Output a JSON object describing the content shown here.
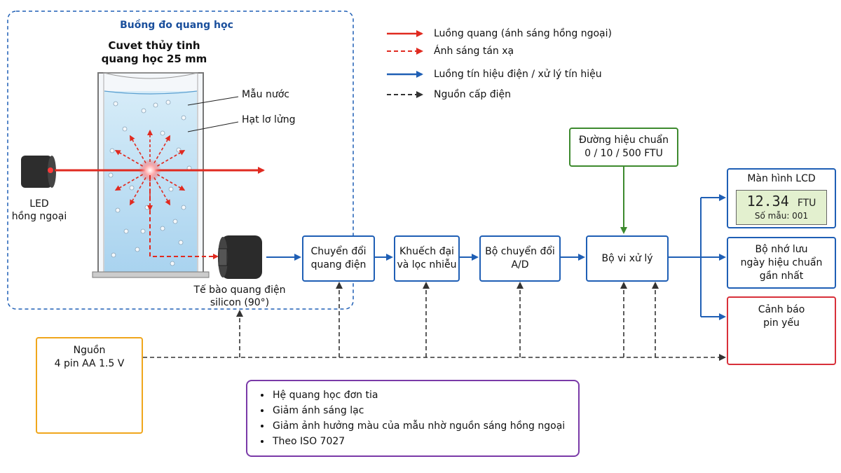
{
  "optical_chamber": {
    "title": "Buồng đo quang học",
    "cuvette_title": [
      "Cuvet thủy tinh",
      "quang học 25 mm"
    ],
    "water_label": "Mẫu nước",
    "particles_label": "Hạt lơ lửng",
    "led_label": [
      "LED",
      "hồng ngoại"
    ],
    "photocell_label": [
      "Tế bào quang điện",
      "silicon (90°)"
    ]
  },
  "legend": [
    {
      "text": "Luồng quang (ánh sáng hồng ngoại)",
      "color": "#e02a20",
      "style": "solid"
    },
    {
      "text": "Ánh sáng tán xạ",
      "color": "#e02a20",
      "style": "dashed"
    },
    {
      "text": "Luồng tín hiệu điện / xử lý tín hiệu",
      "color": "#1f5fb5",
      "style": "solid"
    },
    {
      "text": "Nguồn cấp điện",
      "color": "#333333",
      "style": "dashed"
    }
  ],
  "blocks": {
    "converter": [
      "Chuyển đổi",
      "quang điện"
    ],
    "amplifier": [
      "Khuếch đại",
      "và lọc nhiễu"
    ],
    "adc": [
      "Bộ chuyển đổi",
      "A/D"
    ],
    "mcu": "Bộ vi xử lý",
    "calibration": [
      "Đường hiệu chuẩn",
      "0 / 10 / 500 FTU"
    ]
  },
  "lcd": {
    "title": "Màn hình LCD",
    "value": "12.34",
    "unit": "FTU",
    "sample": "Số mẫu: 001"
  },
  "memory": [
    "Bộ nhớ lưu",
    "ngày hiệu chuẩn",
    "gần nhất"
  ],
  "battery_warning": [
    "Cảnh báo",
    "pin yếu"
  ],
  "power": [
    "Nguồn",
    "4 pin AA 1.5 V"
  ],
  "battery_cell_plus": "+",
  "battery_cell_minus": "−",
  "notes": [
    "Hệ quang học đơn tia",
    "Giảm ánh sáng lạc",
    "Giảm ảnh hưởng màu của mẫu nhờ nguồn sáng hồng ngoại",
    "Theo ISO 7027"
  ],
  "colors": {
    "optical": "#e02a20",
    "signal": "#1f5fb5",
    "power": "#333333",
    "calibration": "#3d8a2e",
    "warning": "#d8303a",
    "power_box": "#f0a61c",
    "notes_box": "#7a3aa8"
  }
}
